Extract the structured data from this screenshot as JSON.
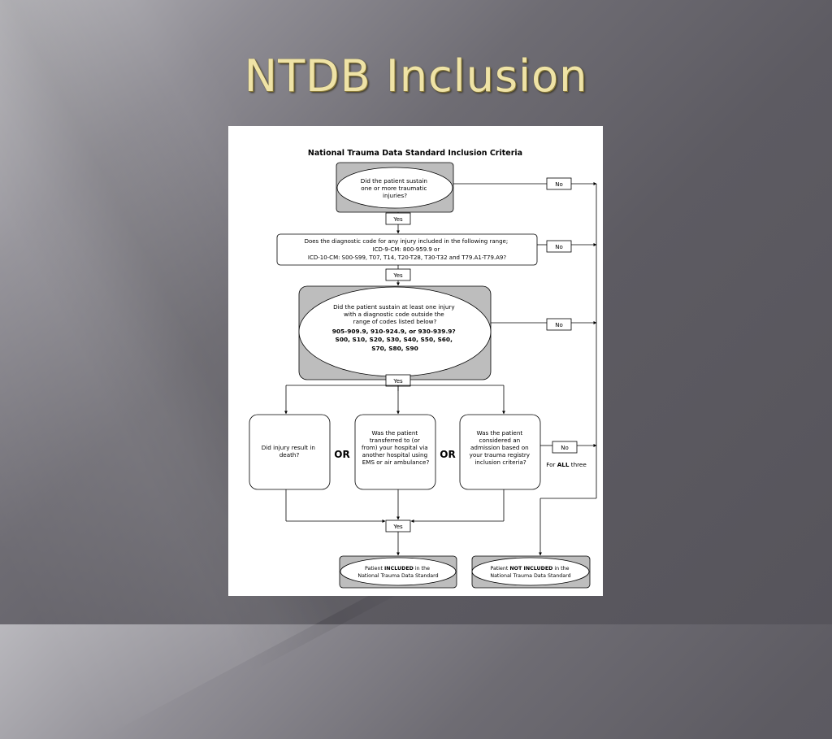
{
  "slide": {
    "title": "NTDB Inclusion"
  },
  "flowchart": {
    "title": "National Trauma Data Standard Inclusion Criteria",
    "q1": [
      "Did the patient sustain",
      "one or more traumatic",
      "injuries?"
    ],
    "q2": [
      "Does the diagnostic code for any injury included in the following range;",
      "ICD-9-CM: 800-959.9 or",
      "ICD-10-CM: S00-S99, T07, T14, T20-T28, T30-T32 and T79.A1-T79.A9?"
    ],
    "q3": [
      "Did the patient sustain at least one injury",
      "with a diagnostic code outside the",
      "range of codes listed below?"
    ],
    "q3_codes": [
      "905-909.9, 910-924.9, or 930-939.9?",
      "S00, S10, S20, S30, S40, S50, S60,",
      "S70, S80, S90"
    ],
    "death": [
      "Did injury result in",
      "death?"
    ],
    "transfer": [
      "Was the patient",
      "transferred to (or",
      "from) your hospital via",
      "another hospital using",
      "EMS or air ambulance?"
    ],
    "admission": [
      "Was the patient",
      "considered an",
      "admission based on",
      "your trauma registry",
      "inclusion criteria?"
    ],
    "or_label": "OR",
    "yes_label": "Yes",
    "no_label": "No",
    "for_all_pre": "For ",
    "for_all_bold": "ALL",
    "for_all_post": " three",
    "included_pre": "Patient ",
    "included_bold": "INCLUDED",
    "included_post": " in the",
    "included_line2": "National Trauma Data Standard",
    "not_included_pre": "Patient ",
    "not_included_bold": "NOT INCLUDED",
    "not_included_post": " in the",
    "not_included_line2": "National Trauma Data Standard"
  }
}
